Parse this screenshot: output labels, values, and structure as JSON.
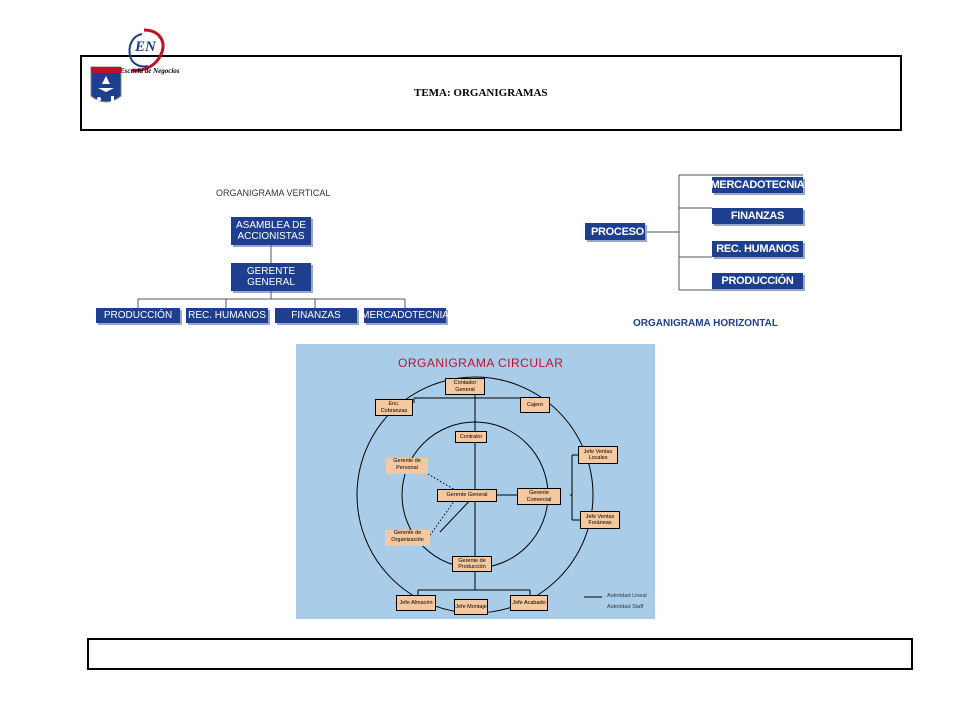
{
  "header": {
    "title": "TEMA: ORGANIGRAMAS",
    "logo_text": "Escuela de Negocios",
    "logo_mark": "EN"
  },
  "vertical": {
    "title": "ORGANIGRAMA VERTICAL",
    "top": "ASAMBLEA DE ACCIONISTAS",
    "middle": "GERENTE GENERAL",
    "departments": [
      "PRODUCCIÓN",
      "REC. HUMANOS",
      "FINANZAS",
      "MERCADOTECNIA"
    ]
  },
  "horizontal": {
    "title": "ORGANIGRAMA HORIZONTAL",
    "root": "PROCESO",
    "branches": [
      "MERCADOTECNIA",
      "FINANZAS",
      "REC. HUMANOS",
      "PRODUCCIÓN"
    ]
  },
  "circular": {
    "title": "ORGANIGRAMA CIRCULAR",
    "boxes": {
      "contador_general": "Contador General",
      "enc_cobranzas": "Enc. Cobranzas",
      "cajero": "Cajero",
      "contralor": "Contralor",
      "gerente_personal": "Gerente de Personal",
      "gerente_general": "Gerente General",
      "gerente_comercial": "Gerente Comercial",
      "jefe_ventas_locales": "Jefe Ventas Locales",
      "jefe_ventas_foraneas": "Jefe Ventas Foráneas",
      "gerente_organizacion": "Gerente de Organización",
      "gerente_produccion": "Gerente de Producción",
      "jefe_almacen": "Jefe Almacén",
      "jefe_montaje": "Jefe Montaje",
      "jefe_acabado": "Jefe Acabado"
    },
    "legend": {
      "line": "Autoridad Lineal",
      "staff": "Autoridad Staff"
    }
  },
  "colors": {
    "navy": "#1e3f8f",
    "panel": "#a9cde9",
    "box": "#f6c89f",
    "title_red": "#c0102a"
  }
}
